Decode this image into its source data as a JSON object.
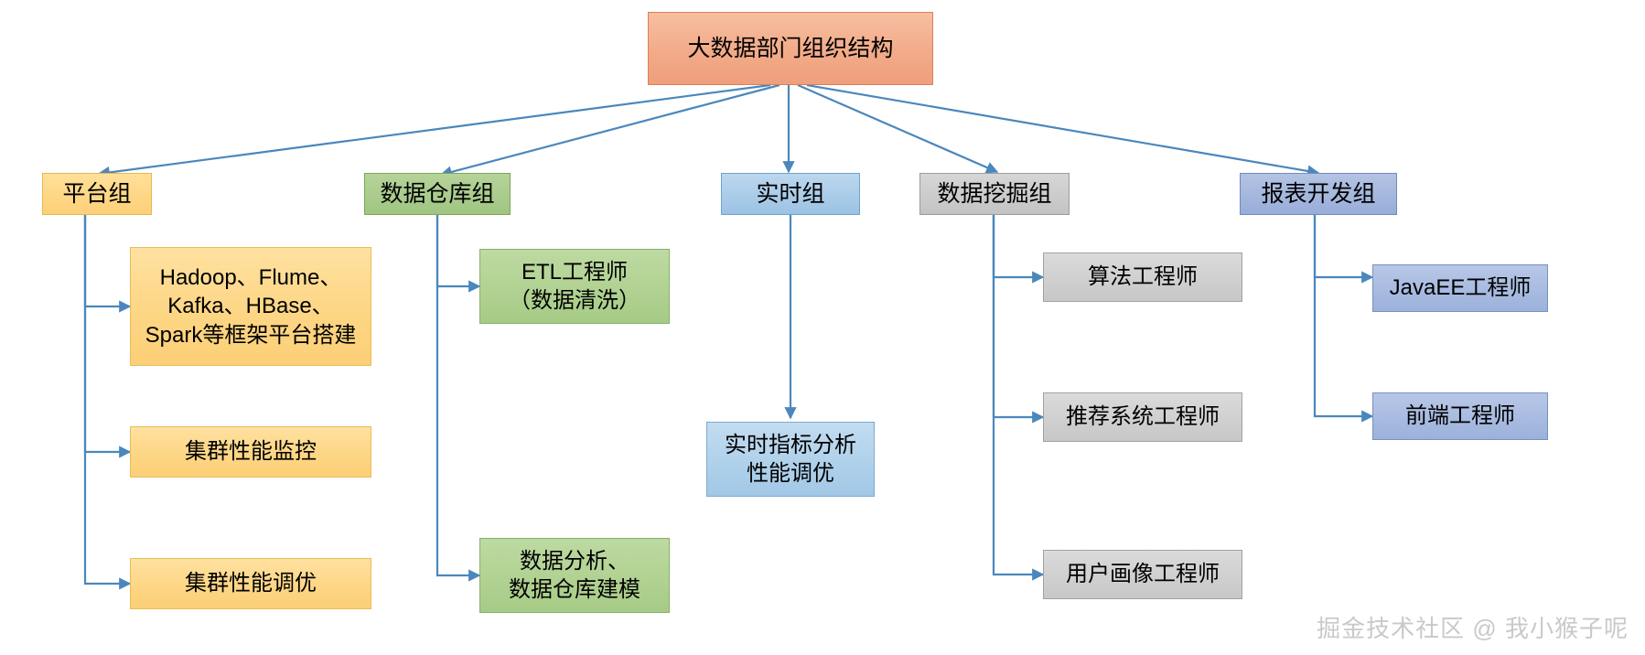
{
  "diagram": {
    "title": "大数据部门组织结构",
    "watermark": "掘金技术社区 @ 我小猴子呢",
    "connector_color": "#4a87bd",
    "root": {
      "label": "大数据部门组织结构",
      "color": "#ef9f7b"
    },
    "groups": [
      {
        "id": "platform",
        "label": "平台组",
        "color": "#fdd07a",
        "children": [
          {
            "label": "Hadoop、Flume、\nKafka、HBase、\nSpark等框架平台搭建"
          },
          {
            "label": "集群性能监控"
          },
          {
            "label": "集群性能调优"
          }
        ]
      },
      {
        "id": "data-warehouse",
        "label": "数据仓库组",
        "color": "#9fc581",
        "children": [
          {
            "label": "ETL工程师\n（数据清洗）"
          },
          {
            "label": "数据分析、\n数据仓库建模"
          }
        ]
      },
      {
        "id": "realtime",
        "label": "实时组",
        "color": "#9cc2e4",
        "children": [
          {
            "label": "实时指标分析\n性能调优"
          }
        ]
      },
      {
        "id": "data-mining",
        "label": "数据挖掘组",
        "color": "#c3c3c3",
        "children": [
          {
            "label": "算法工程师"
          },
          {
            "label": "推荐系统工程师"
          },
          {
            "label": "用户画像工程师"
          }
        ]
      },
      {
        "id": "report-dev",
        "label": "报表开发组",
        "color": "#98add8",
        "children": [
          {
            "label": "JavaEE工程师"
          },
          {
            "label": "前端工程师"
          }
        ]
      }
    ]
  }
}
